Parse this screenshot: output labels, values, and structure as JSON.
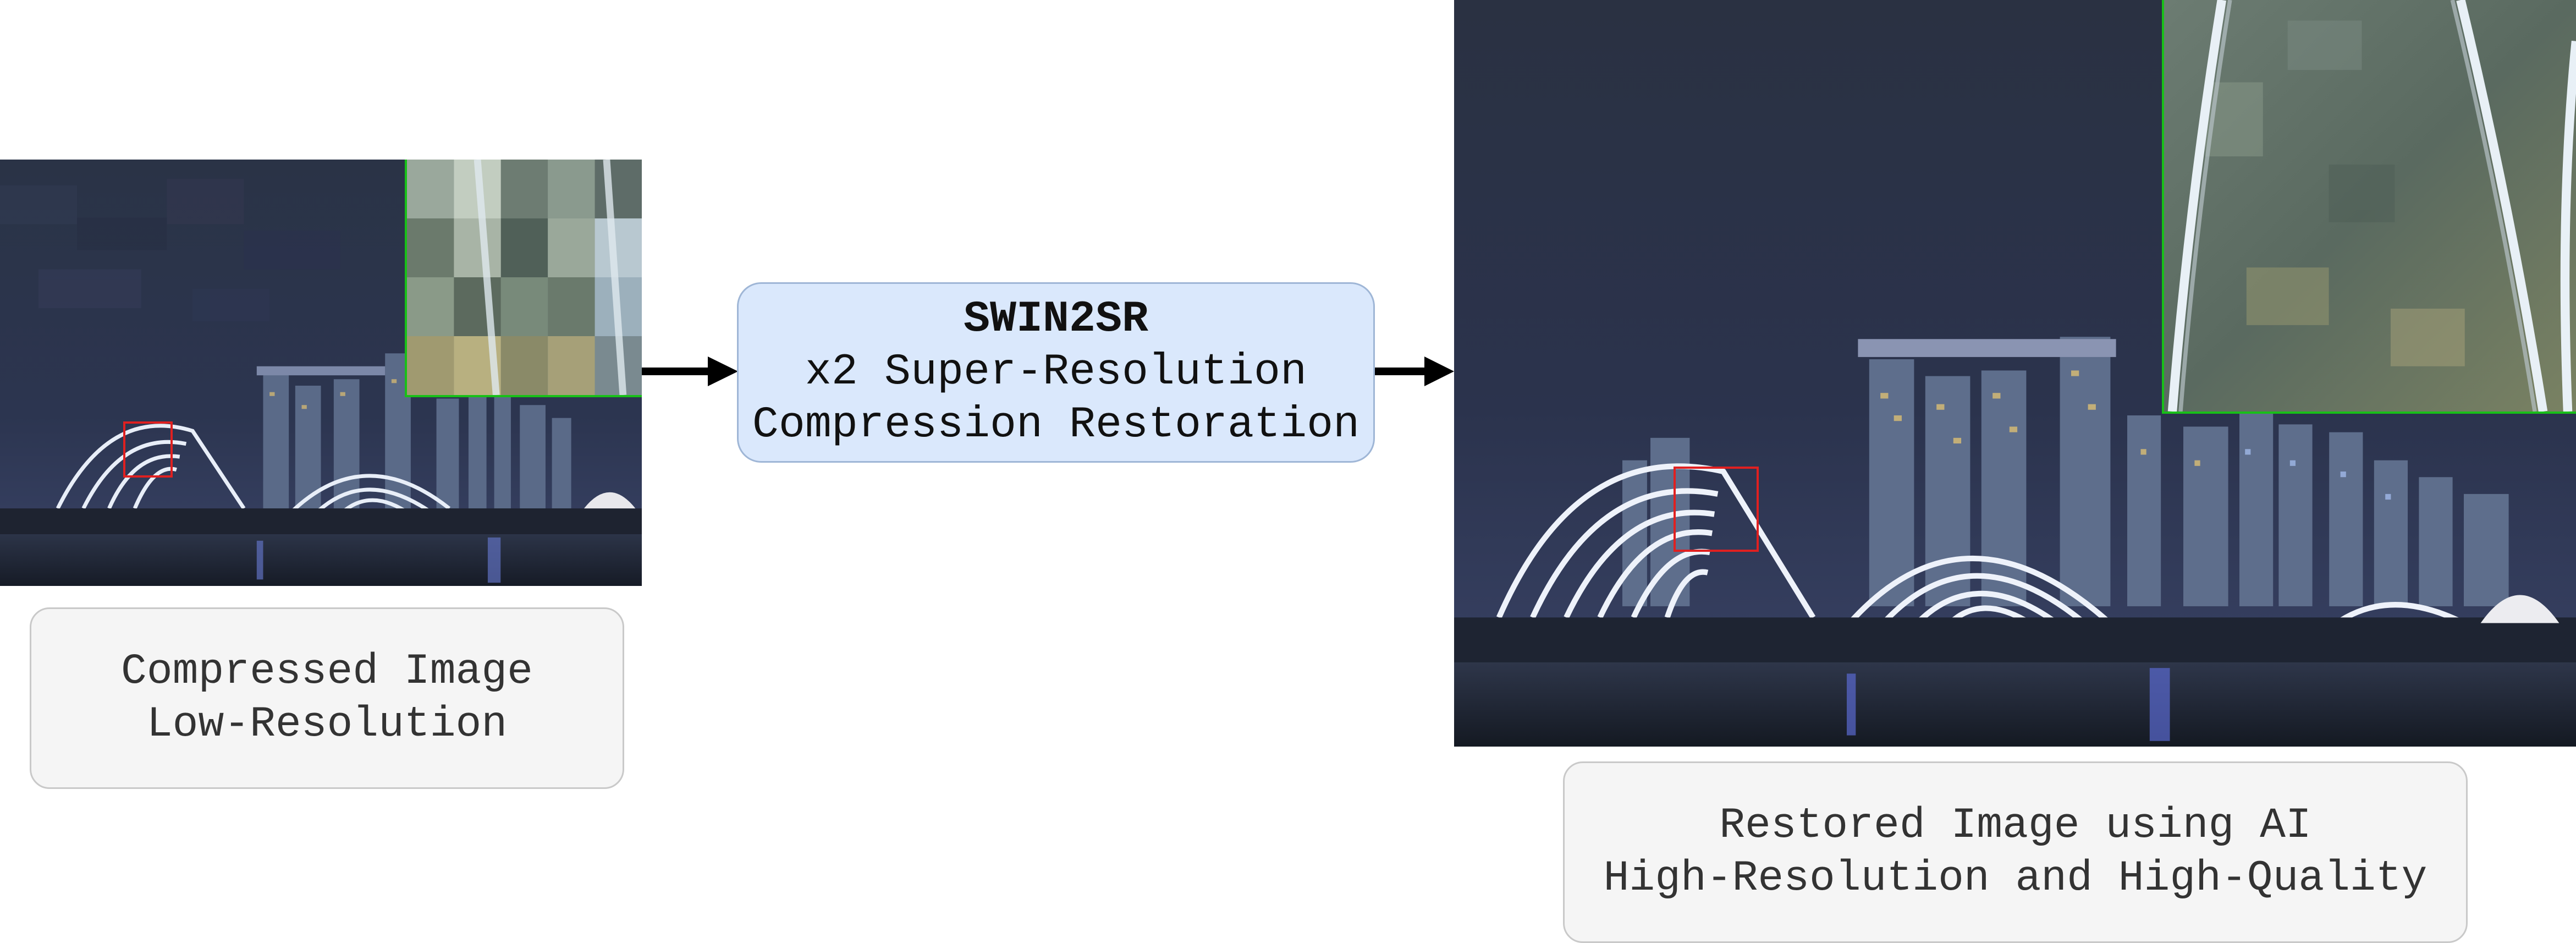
{
  "process": {
    "title": "SWIN2SR",
    "line1": "x2 Super-Resolution",
    "line2": "Compression Restoration"
  },
  "input_caption": {
    "line1": "Compressed Image",
    "line2": "Low-Resolution"
  },
  "output_caption": {
    "line1": "Restored Image using AI",
    "line2": "High-Resolution and High-Quality"
  },
  "colors": {
    "zoom_box": "#e02020",
    "inset_border": "#18c018",
    "process_fill": "#dae8fc",
    "caption_fill": "#f5f5f5",
    "arrow": "#000000"
  }
}
